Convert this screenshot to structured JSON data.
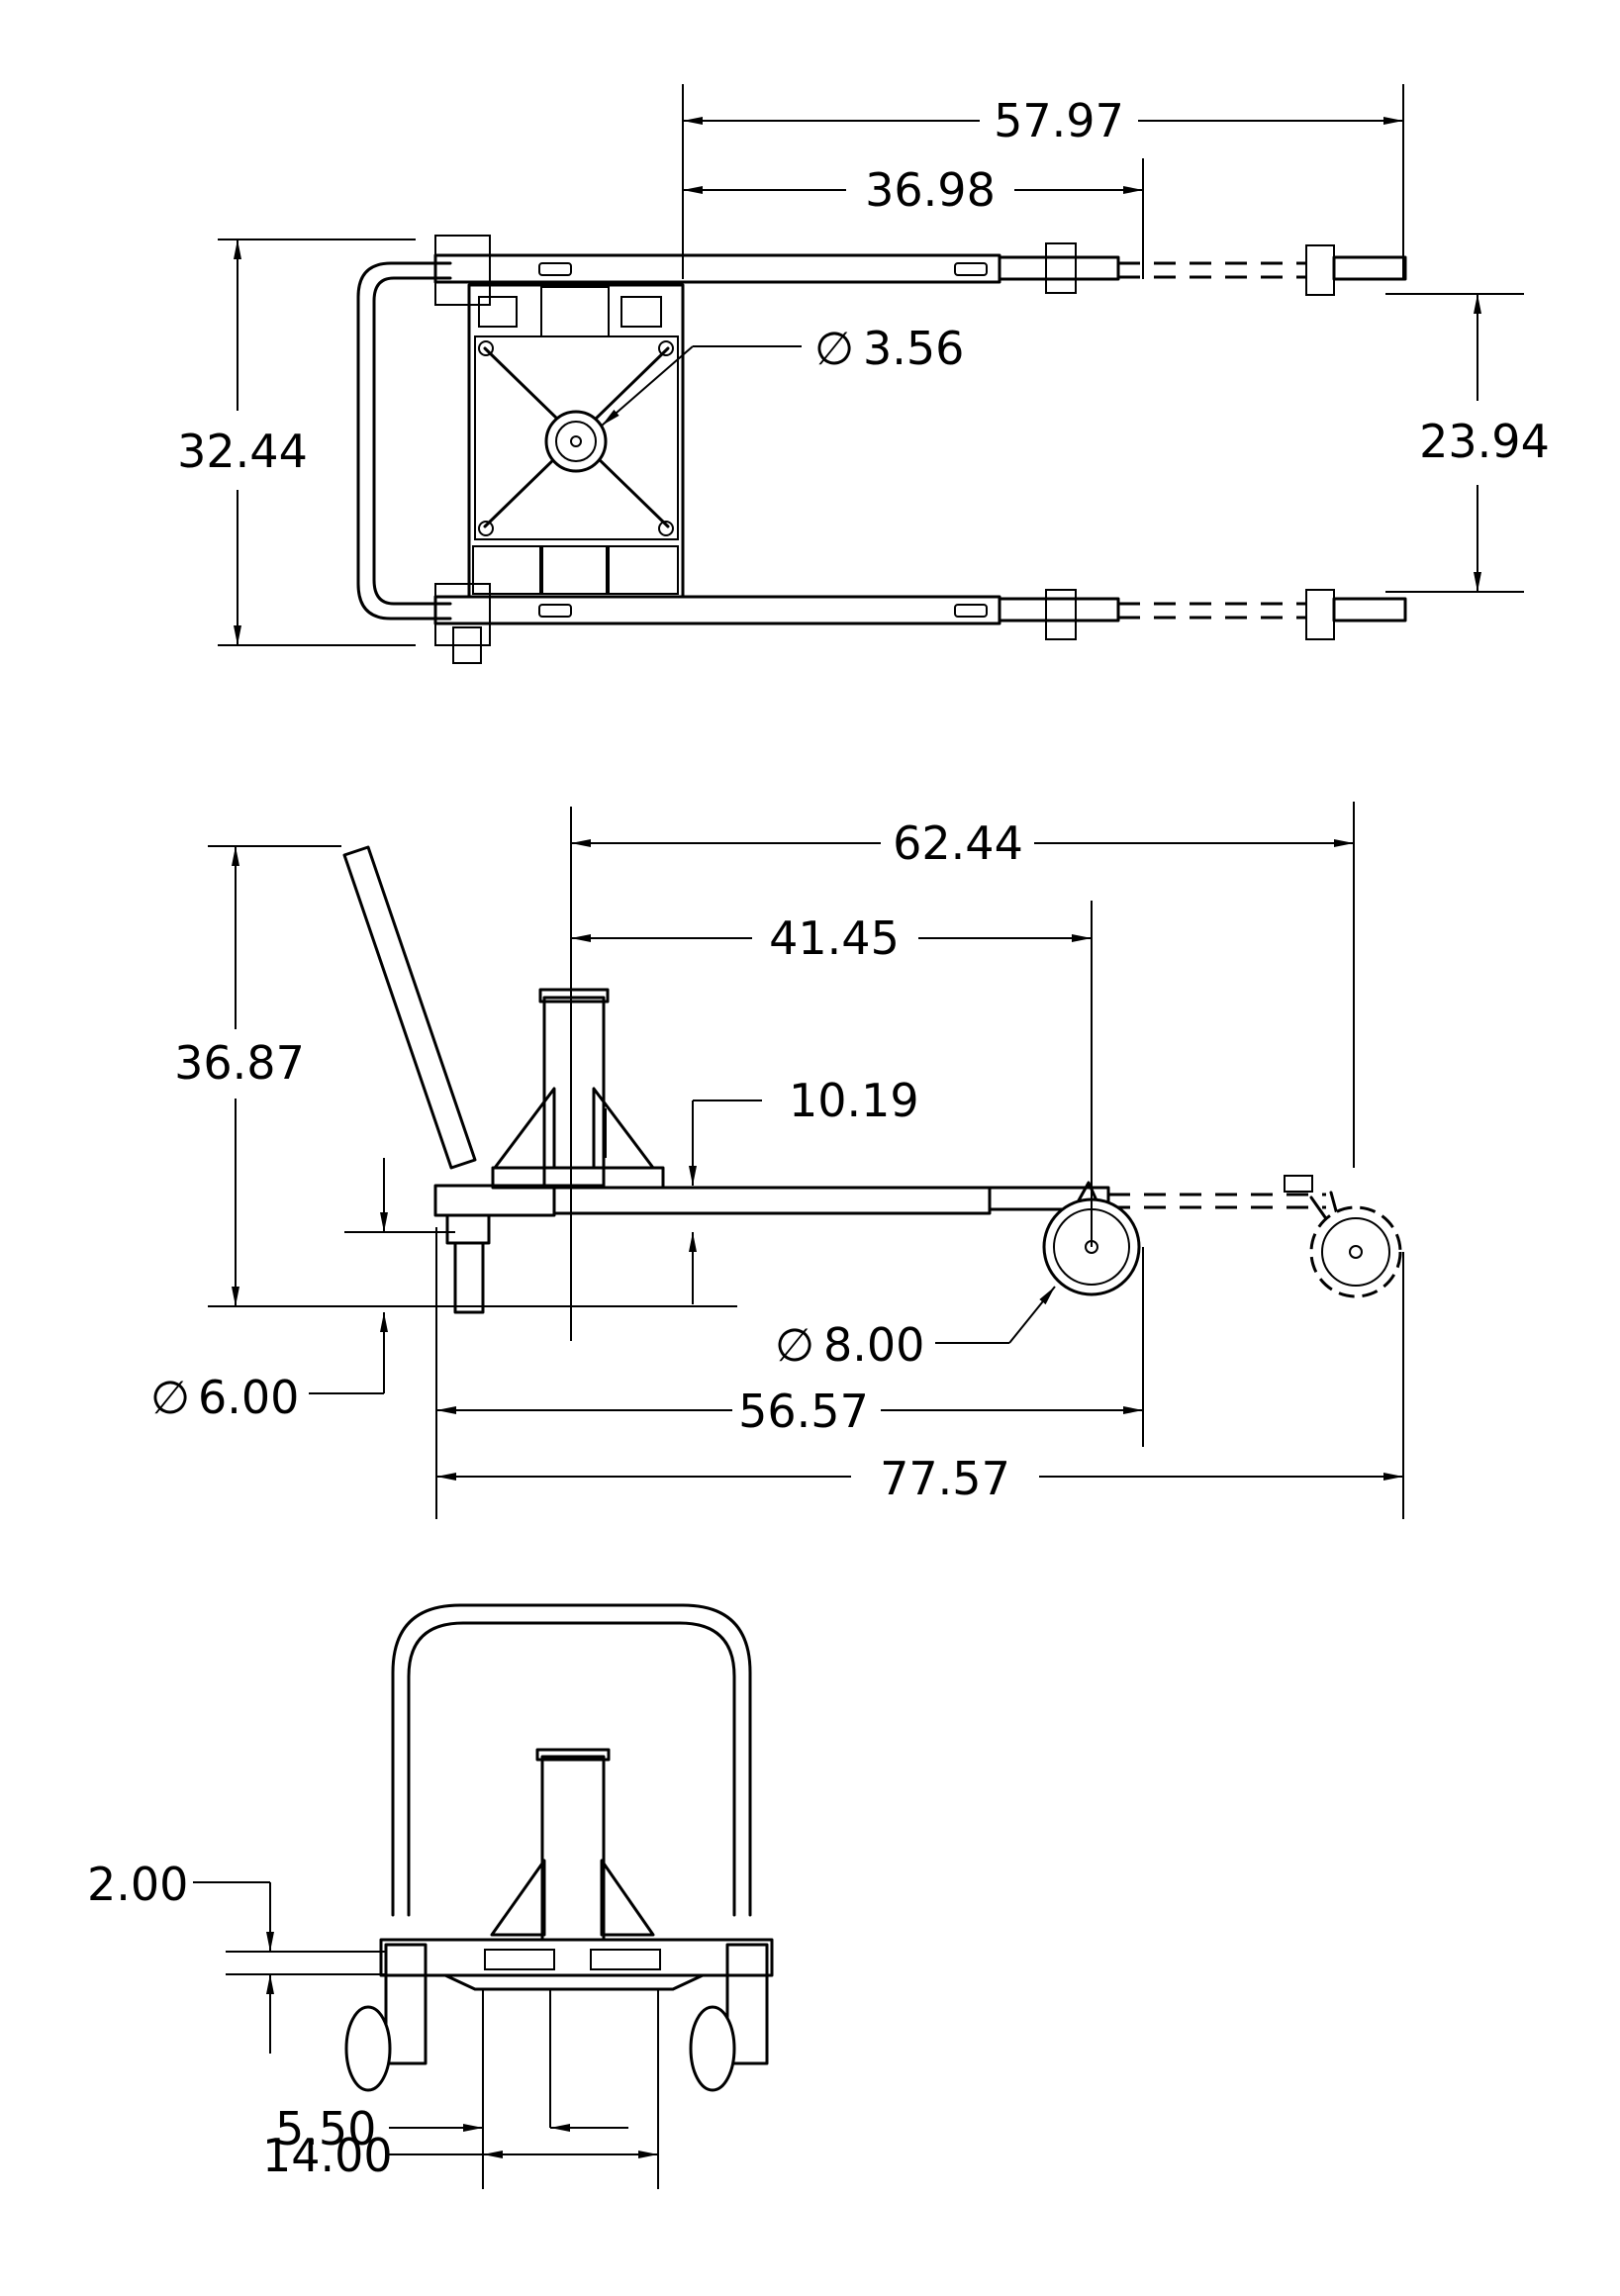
{
  "top_view": {
    "dims": {
      "overall_length": "57.97",
      "inner_length": "36.98",
      "bore_diameter": "3.56",
      "overall_width": "32.44",
      "inner_width": "23.94"
    }
  },
  "side_view": {
    "dims": {
      "top_length": "62.44",
      "mid_length": "41.45",
      "offset": "10.19",
      "height": "36.87",
      "caster_diameter": "8.00",
      "front_caster_diameter": "6.00",
      "wheel_base": "56.57",
      "overall_length": "77.57"
    }
  },
  "front_view": {
    "dims": {
      "clearance": "2.00",
      "half_width": "5.50",
      "width": "14.00"
    }
  },
  "symbols": {
    "diameter": "∅"
  }
}
